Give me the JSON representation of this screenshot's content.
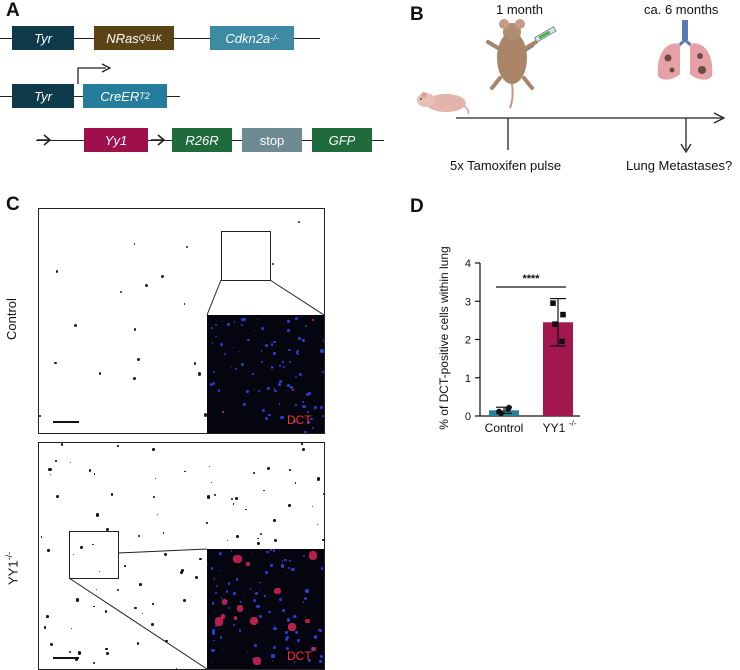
{
  "panels": {
    "a": "A",
    "b": "B",
    "c": "C",
    "d": "D"
  },
  "panelA": {
    "row1": [
      "Tyr",
      "NRas",
      "Q61K",
      "Cdkn2a",
      "-/-"
    ],
    "row2": [
      "Tyr",
      "CreER",
      "T2"
    ],
    "row3": [
      "Yy1",
      "R26R",
      "stop",
      "GFP"
    ]
  },
  "panelB": {
    "label_1month": "1 month",
    "label_6months": "ca. 6 months",
    "label_tamoxifen": "5x Tamoxifen pulse",
    "label_metastases": "Lung Metastases?"
  },
  "panelC": {
    "row_control": "Control",
    "row_yy1": "YY1",
    "row_yy1_sup": "-/-",
    "stain": "DCT"
  },
  "colors": {
    "tyr": "#0f3a4a",
    "nras": "#5a4416",
    "cdkn2a": "#3d8aa3",
    "creer": "#237d9b",
    "yy1": "#9e0f4c",
    "r26r": "#1f6b3b",
    "stop": "#6e8a92",
    "gfp": "#1f6b3b",
    "bar_control": "#2a7e96",
    "bar_yy1": "#a3174f"
  },
  "chart_data": {
    "type": "bar",
    "categories": [
      "Control",
      "YY1-/-"
    ],
    "category_labels": [
      "Control",
      "YY1",
      "-/-"
    ],
    "values": [
      0.15,
      2.45
    ],
    "errors": [
      0.08,
      0.62
    ],
    "points": [
      [
        0.12,
        0.22,
        0.06,
        0.18
      ],
      [
        2.95,
        2.65,
        2.4,
        1.95
      ]
    ],
    "ylabel": "% of DCT-positive cells within lung",
    "ylim": [
      0,
      4
    ],
    "yticks": [
      "0",
      "1",
      "2",
      "3",
      "4"
    ],
    "significance": "****"
  }
}
